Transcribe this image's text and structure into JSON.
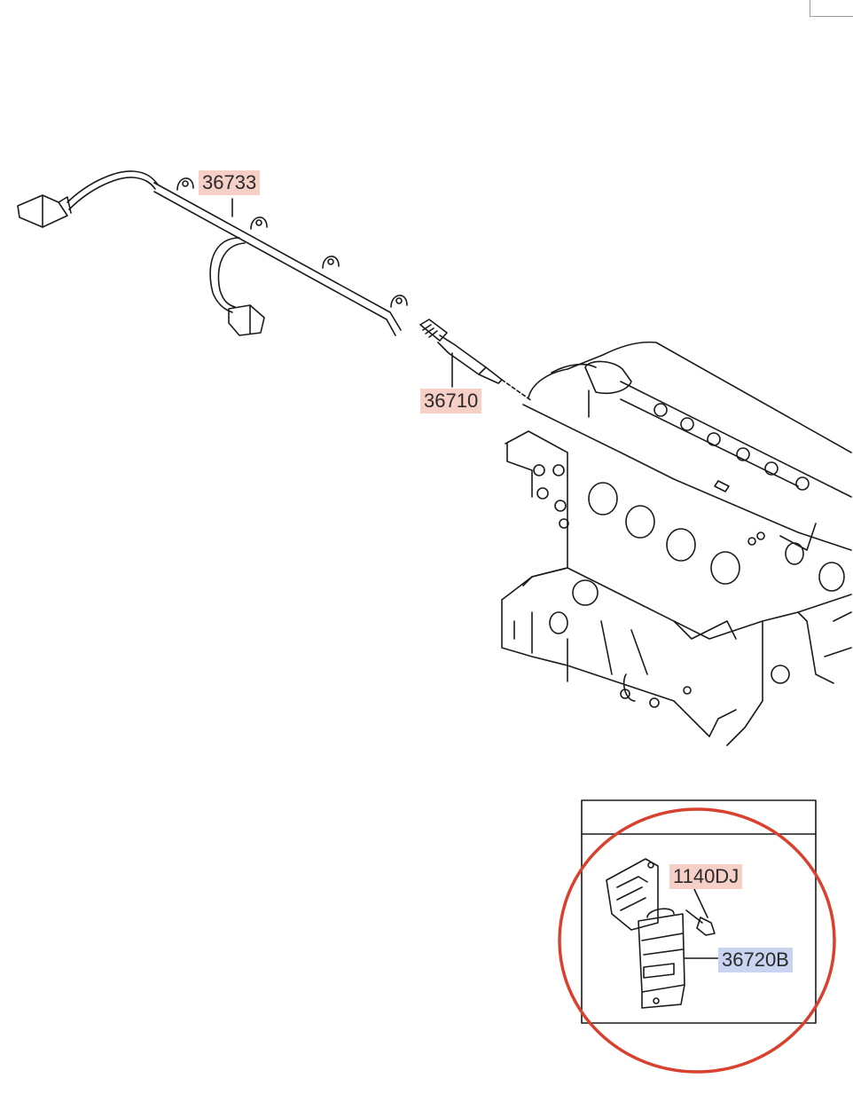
{
  "diagram": {
    "labels": {
      "harness": "36733",
      "glow_plug": "36710",
      "bolt": "1140DJ",
      "sensor": "36720B"
    },
    "colors": {
      "label_pink": "#f6cfc7",
      "label_blue": "#c9d4f0",
      "highlight_circle": "#d9412f",
      "line": "#1a1a1a"
    }
  }
}
